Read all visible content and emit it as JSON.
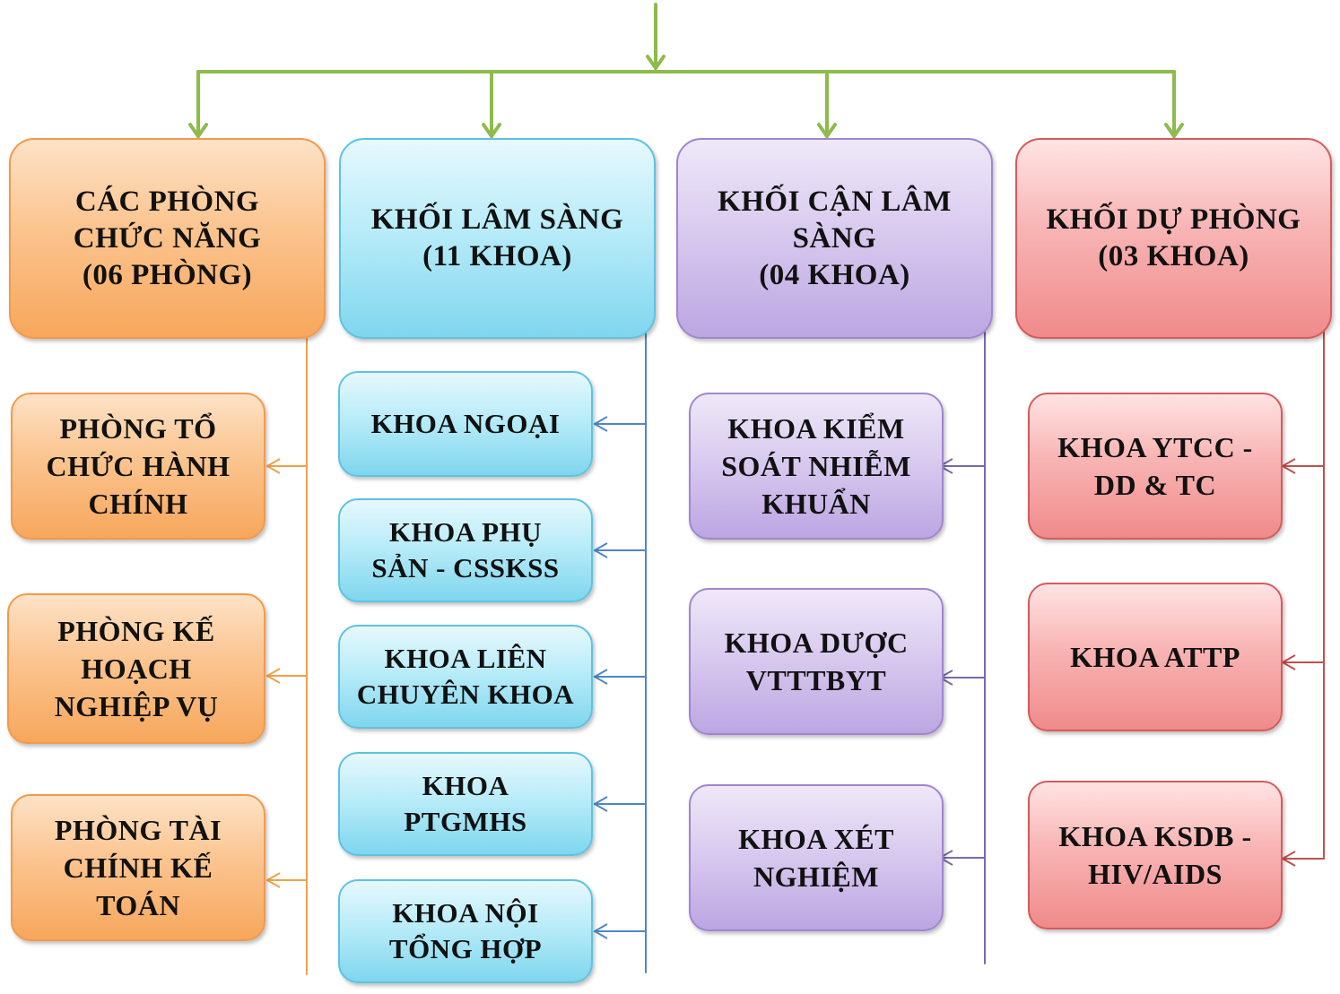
{
  "colors": {
    "trunk": "#8dbb4c",
    "orange_line": "#f0a04b",
    "blue_line": "#4f86c6",
    "purple_line": "#7a68b0",
    "red_line": "#c0504d"
  },
  "columns": [
    {
      "header": "CÁC PHÒNG\nCHỨC NĂNG\n(06 PHÒNG)",
      "items": [
        "PHÒNG TỔ\nCHỨC HÀNH\nCHÍNH",
        "PHÒNG KẾ\nHOẠCH\nNGHIỆP VỤ",
        "PHÒNG TÀI\nCHÍNH KẾ\nTOÁN"
      ]
    },
    {
      "header": "KHỐI LÂM SÀNG\n(11 KHOA)",
      "items": [
        "KHOA NGOẠI",
        "KHOA PHỤ\nSẢN - CSSKSS",
        "KHOA LIÊN\nCHUYÊN KHOA",
        "KHOA\nPTGMHS",
        "KHOA NỘI\nTỔNG HỢP"
      ]
    },
    {
      "header": "KHỐI CẬN LÂM\nSÀNG\n(04 KHOA)",
      "items": [
        "KHOA KIỂM\nSOÁT NHIỄM\nKHUẨN",
        "KHOA DƯỢC\nVTTTBYT",
        "KHOA XÉT\nNGHIỆM"
      ]
    },
    {
      "header": "KHỐI DỰ PHÒNG\n(03 KHOA)",
      "items": [
        "KHOA YTCC -\nDD & TC",
        "KHOA ATTP",
        "KHOA KSDB -\nHIV/AIDS"
      ]
    }
  ]
}
